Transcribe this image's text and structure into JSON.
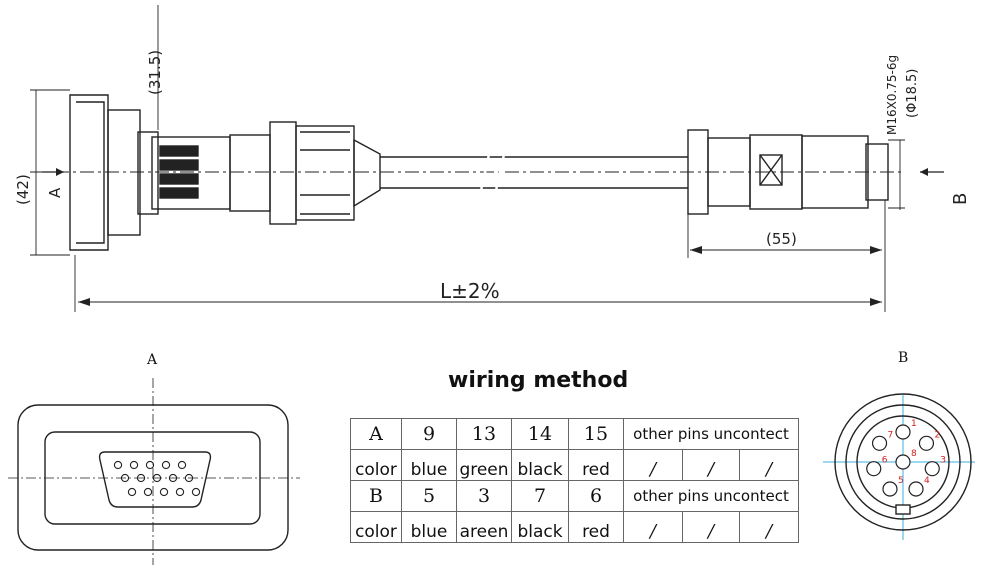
{
  "dimensions": {
    "flange_height": "(42)",
    "flange_inner": "(31.5)",
    "thread_spec": "M16X0.75-6g",
    "diameter": "(Φ18.5)",
    "tail_length": "(55)",
    "total_length": "L±2%"
  },
  "view_labels": {
    "section_a": "A",
    "section_b": "B",
    "view_a_title": "A",
    "view_b_title": "B"
  },
  "pin_numbers_b": [
    "1",
    "2",
    "3",
    "4",
    "5",
    "6",
    "7",
    "8"
  ],
  "wiring": {
    "title": "wiring method",
    "rows": [
      [
        "A",
        "9",
        "13",
        "14",
        "15",
        "other pins uncontect"
      ],
      [
        "color",
        "blue",
        "green",
        "black",
        "red",
        "/",
        "/",
        "/"
      ],
      [
        "B",
        "5",
        "3",
        "7",
        "6",
        "other pins uncontect"
      ],
      [
        "color",
        "blue",
        "areen",
        "black",
        "red",
        "/",
        "/",
        "/"
      ]
    ]
  },
  "colors": {
    "line": "#222222",
    "pin_label": "#d42020",
    "crosshair": "#3ab0e0"
  }
}
